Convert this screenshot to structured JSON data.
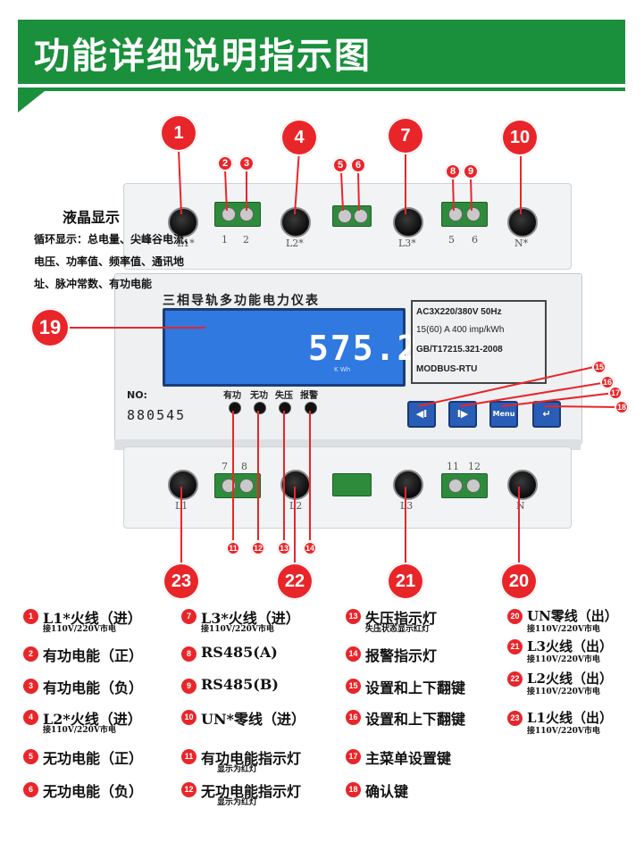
{
  "title": "功能详细说明指示图",
  "colors": {
    "banner": "#1a8f3c",
    "callout": "#e8262a",
    "lcd": "#2f79e0",
    "key": "#2a5db5"
  },
  "lcd_note": {
    "title": "液晶显示",
    "desc": "循环显示：总电量、尖峰谷电流、电压、功率值、频率值、通讯地址、脉冲常数、有功电能"
  },
  "meter": {
    "heading": "三相导轨多功能电力仪表",
    "lcd_value": "575.2",
    "lcd_unit": "K Wh",
    "spec": [
      "AC3X220/380V     50Hz",
      "15(60) A  400  imp/kWh",
      "GB/T17215.321-2008",
      "MODBUS-RTU"
    ],
    "no_label": "NO:",
    "serial": "880545",
    "leds": [
      "有功",
      "无功",
      "失压",
      "报警"
    ],
    "keys": [
      "◀I",
      "I▶",
      "Menu",
      "↵"
    ],
    "top_terminals": [
      "L1*",
      "L2*",
      "L3*",
      "N*"
    ],
    "top_small": [
      "1",
      "2",
      "5",
      "6"
    ],
    "bottom_terminals": [
      "L1",
      "L2",
      "L3",
      "N"
    ],
    "bottom_small": [
      "7",
      "8",
      "11",
      "12"
    ]
  },
  "callouts": {
    "c1": "1",
    "c2": "2",
    "c3": "3",
    "c4": "4",
    "c5": "5",
    "c6": "6",
    "c7": "7",
    "c8": "8",
    "c9": "9",
    "c10": "10",
    "c11": "11",
    "c12": "12",
    "c13": "13",
    "c14": "14",
    "c15": "15",
    "c16": "16",
    "c17": "17",
    "c18": "18",
    "c19": "19",
    "c20": "20",
    "c21": "21",
    "c22": "22",
    "c23": "23"
  },
  "legend": [
    {
      "num": "1",
      "label": "L1*火线（进）",
      "sub": "接110V/220V市电"
    },
    {
      "num": "2",
      "label": "有功电能（正）",
      "sub": ""
    },
    {
      "num": "3",
      "label": "有功电能（负）",
      "sub": ""
    },
    {
      "num": "4",
      "label": "L2*火线（进）",
      "sub": "接110V/220V市电"
    },
    {
      "num": "5",
      "label": "无功电能（正）",
      "sub": ""
    },
    {
      "num": "6",
      "label": "无功电能（负）",
      "sub": ""
    },
    {
      "num": "7",
      "label": "L3*火线（进）",
      "sub": "接110V/220V市电"
    },
    {
      "num": "8",
      "label": "RS485(A)",
      "sub": ""
    },
    {
      "num": "9",
      "label": "RS485(B)",
      "sub": ""
    },
    {
      "num": "10",
      "label": "UN*零线（进）",
      "sub": ""
    },
    {
      "num": "11",
      "label": "有功电能指示灯",
      "sub": "显示为红灯"
    },
    {
      "num": "12",
      "label": "无功电能指示灯",
      "sub": "显示为红灯"
    },
    {
      "num": "13",
      "label": "失压指示灯",
      "sub": "失压状态显示红灯"
    },
    {
      "num": "14",
      "label": "报警指示灯",
      "sub": ""
    },
    {
      "num": "15",
      "label": "设置和上下翻键",
      "sub": ""
    },
    {
      "num": "16",
      "label": "设置和上下翻键",
      "sub": ""
    },
    {
      "num": "17",
      "label": "主菜单设置键",
      "sub": ""
    },
    {
      "num": "18",
      "label": "确认键",
      "sub": ""
    },
    {
      "num": "20",
      "label": "UN零线（出）",
      "sub": "接110V/220V市电"
    },
    {
      "num": "21",
      "label": "L3火线（出）",
      "sub": "接110V/220V市电"
    },
    {
      "num": "22",
      "label": "L2火线（出）",
      "sub": "接110V/220V市电"
    },
    {
      "num": "23",
      "label": "L1火线（出）",
      "sub": "接110V/220V市电"
    }
  ]
}
